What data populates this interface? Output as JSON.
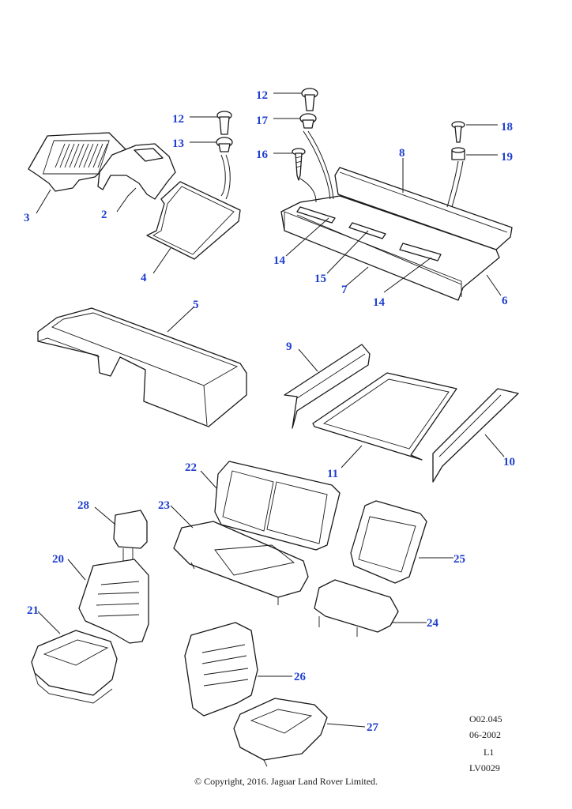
{
  "callouts": [
    "12",
    "13",
    "2",
    "3",
    "4",
    "12",
    "17",
    "16",
    "18",
    "19",
    "8",
    "14",
    "15",
    "7",
    "14",
    "6",
    "5",
    "9",
    "11",
    "10",
    "22",
    "23",
    "28",
    "20",
    "21",
    "25",
    "24",
    "26",
    "27"
  ],
  "reference": {
    "code": "O02.045",
    "date": "06-2002",
    "level": "L1",
    "id": "LV0029"
  },
  "copyright": "© Copyright, 2016. Jaguar Land Rover Limited.",
  "colors": {
    "callout": "#1f3fcf",
    "line": "#1a1a1a"
  }
}
